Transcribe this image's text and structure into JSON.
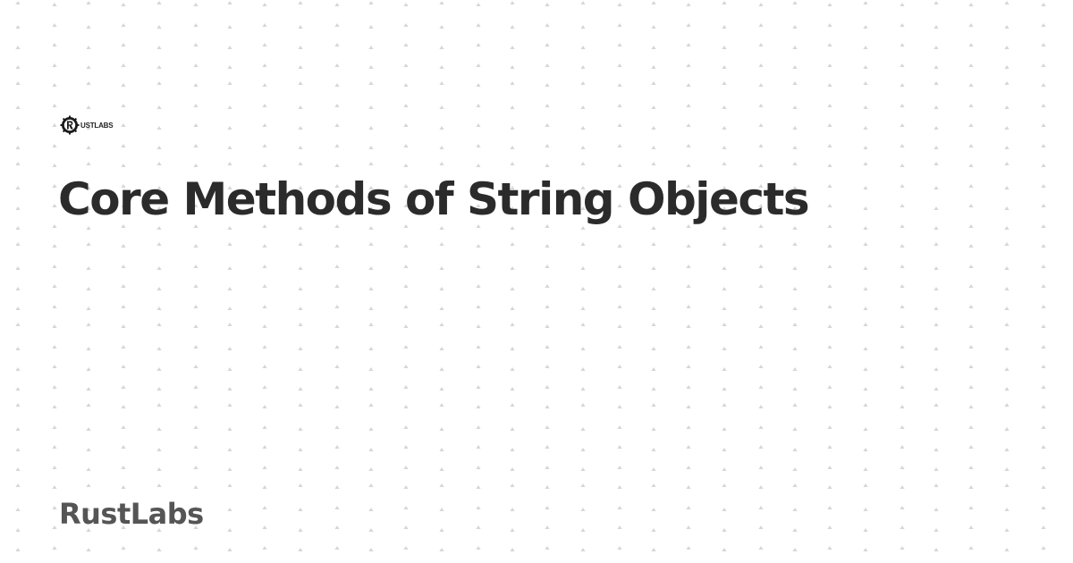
{
  "logo": {
    "icon": "rust-gear-icon",
    "label": "USTLABS"
  },
  "title": "Core Methods of String Objects",
  "brand": "RustLabs",
  "colors": {
    "background": "#ffffff",
    "title": "#2b2b2b",
    "brand": "#555555",
    "pattern": "#d6d6d6"
  }
}
